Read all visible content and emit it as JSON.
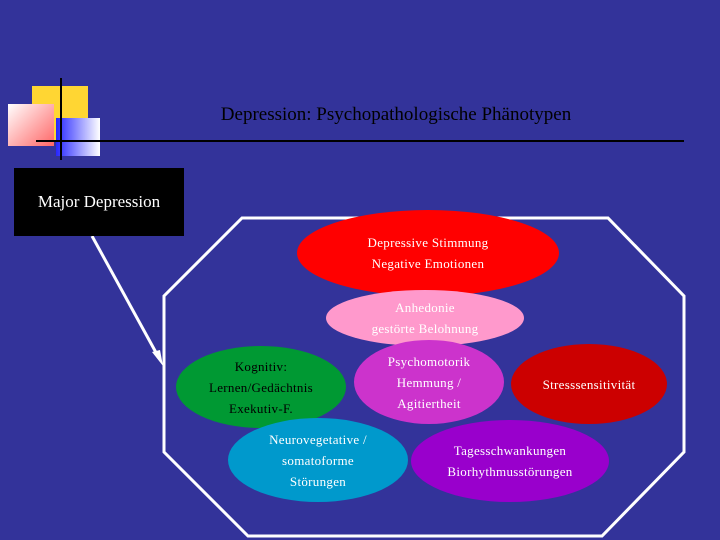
{
  "title": "Depression: Psychopathologische Phänotypen",
  "box_label": "Major Depression",
  "ellipses": {
    "stimmung": "Depressive Stimmung\nNegative Emotionen",
    "anhedonie": "Anhedonie\ngestörte Belohnung",
    "kognitiv": "Kognitiv:\nLernen/Gedächtnis\nExekutiv-F.",
    "psychomotorik": "Psychomotorik\nHemmung /\nAgitiertheit",
    "stress": "Stresssensitivität",
    "neurovegetativ": "Neurovegetative /\nsomatoforme\nStörungen",
    "tages": "Tagesschwankungen\nBiorhythmusstörungen"
  },
  "colors": {
    "background": "#33339a",
    "stimmung": "#ff0000",
    "anhedonie": "#ff99cc",
    "kognitiv": "#009933",
    "psychomotorik": "#cc33cc",
    "stress": "#cc0000",
    "neurovegetativ": "#0099cc",
    "tages": "#9900cc"
  }
}
